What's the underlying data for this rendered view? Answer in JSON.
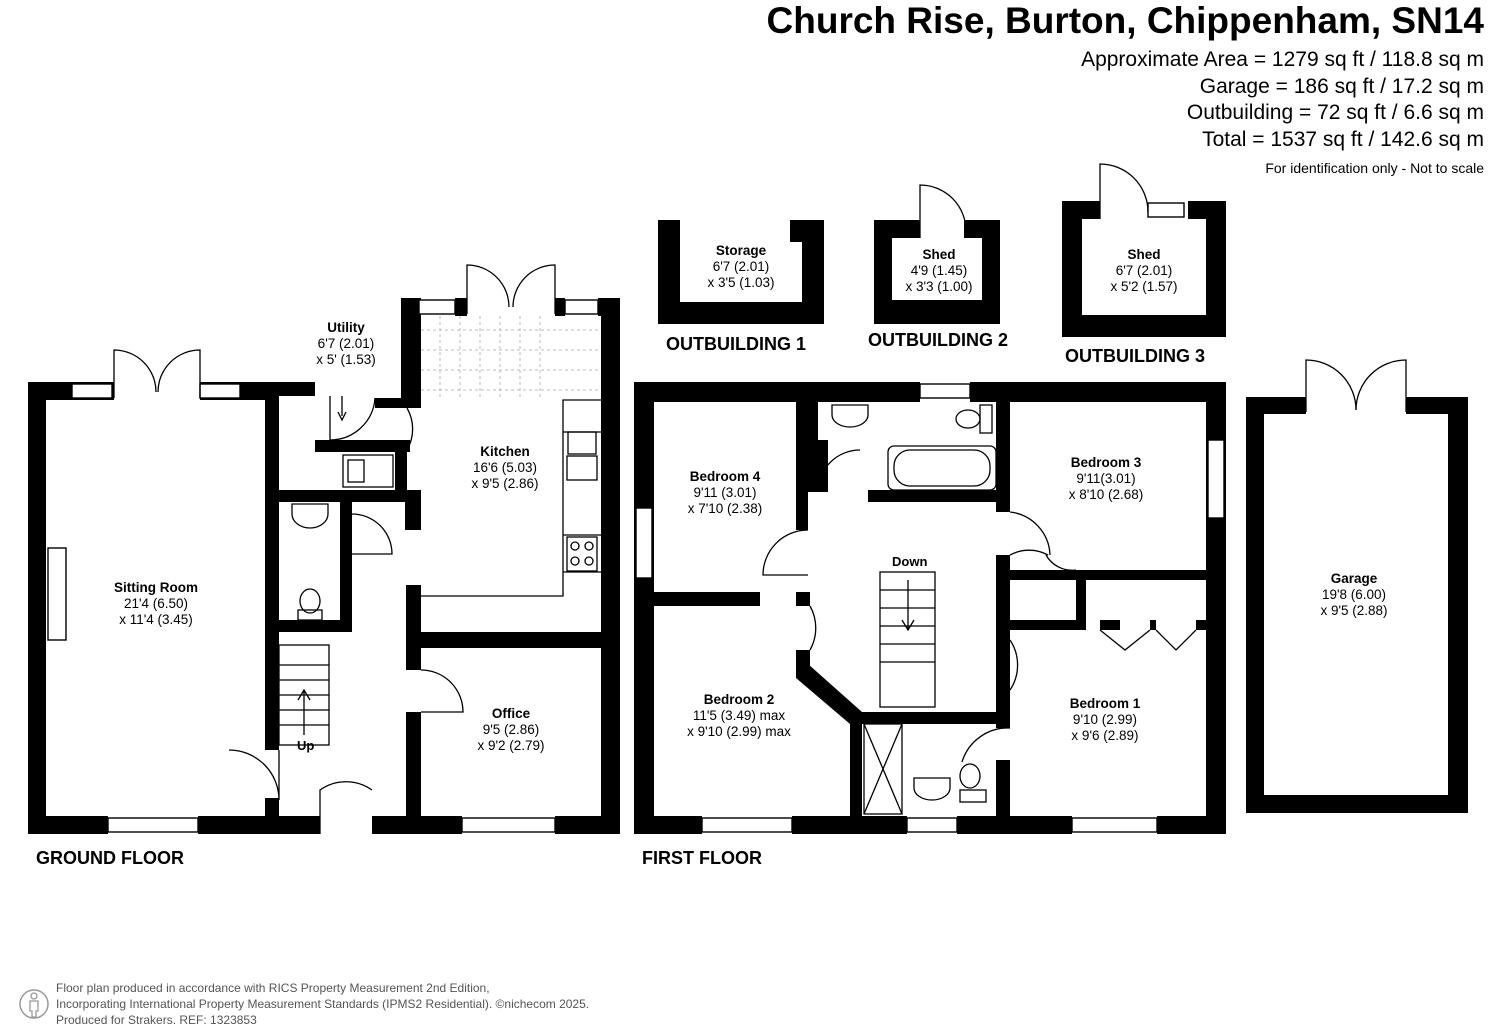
{
  "header": {
    "title": "Church Rise, Burton, Chippenham, SN14",
    "areas": [
      "Approximate Area = 1279 sq ft / 118.8 sq m",
      "Garage = 186 sq ft / 17.2 sq m",
      "Outbuilding = 72 sq ft / 6.6 sq m",
      "Total = 1537 sq ft / 142.6 sq m"
    ],
    "disclaimer": "For identification only - Not to scale"
  },
  "floors": {
    "ground": "GROUND FLOOR",
    "first": "FIRST FLOOR",
    "outbuilding1": "OUTBUILDING 1",
    "outbuilding2": "OUTBUILDING 2",
    "outbuilding3": "OUTBUILDING 3"
  },
  "rooms": {
    "sitting_room": {
      "name": "Sitting Room",
      "dim1": "21'4 (6.50)",
      "dim2": "x 11'4 (3.45)"
    },
    "utility": {
      "name": "Utility",
      "dim1": "6'7 (2.01)",
      "dim2": "x 5' (1.53)"
    },
    "kitchen": {
      "name": "Kitchen",
      "dim1": "16'6 (5.03)",
      "dim2": "x 9'5 (2.86)"
    },
    "office": {
      "name": "Office",
      "dim1": "9'5 (2.86)",
      "dim2": "x 9'2 (2.79)"
    },
    "storage": {
      "name": "Storage",
      "dim1": "6'7 (2.01)",
      "dim2": "x 3'5 (1.03)"
    },
    "shed2": {
      "name": "Shed",
      "dim1": "4'9 (1.45)",
      "dim2": "x 3'3 (1.00)"
    },
    "shed3": {
      "name": "Shed",
      "dim1": "6'7 (2.01)",
      "dim2": "x 5'2 (1.57)"
    },
    "bedroom4": {
      "name": "Bedroom 4",
      "dim1": "9'11 (3.01)",
      "dim2": "x 7'10 (2.38)"
    },
    "bedroom3": {
      "name": "Bedroom 3",
      "dim1": "9'11(3.01)",
      "dim2": "x 8'10 (2.68)"
    },
    "bedroom2": {
      "name": "Bedroom 2",
      "dim1": "11'5 (3.49) max",
      "dim2": "x 9'10 (2.99) max"
    },
    "bedroom1": {
      "name": "Bedroom 1",
      "dim1": "9'10 (2.99)",
      "dim2": "x 9'6 (2.89)"
    },
    "garage": {
      "name": "Garage",
      "dim1": "19'8 (6.00)",
      "dim2": "x 9'5 (2.88)"
    }
  },
  "stairs": {
    "up": "Up",
    "down": "Down"
  },
  "footer": {
    "line1": "Floor plan produced in accordance with RICS Property Measurement 2nd Edition,",
    "line2": "Incorporating International Property Measurement Standards (IPMS2 Residential).  ©nichecom 2025.",
    "line3": "Produced for Strakers.    REF: 1323853"
  }
}
